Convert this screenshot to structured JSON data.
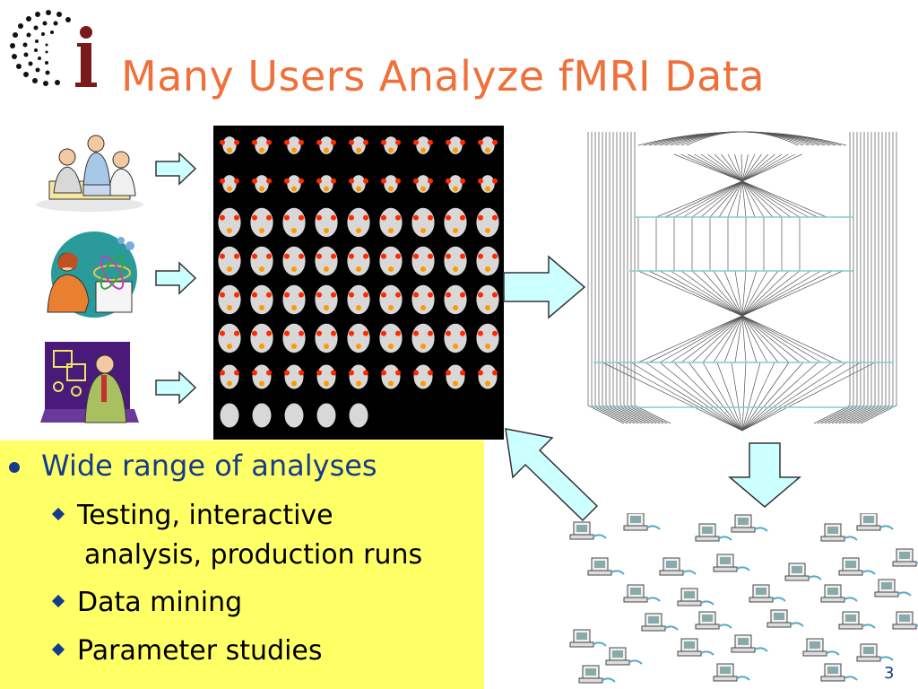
{
  "title": "Many Users Analyze fMRI Data",
  "bullets": {
    "main": "Wide range of analyses",
    "sub": [
      {
        "line1": "Testing, interactive",
        "line2": "analysis, production runs"
      },
      {
        "line1": "Data mining",
        "line2": ""
      },
      {
        "line1": "Parameter studies",
        "line2": ""
      }
    ]
  },
  "page_number": "3",
  "colors": {
    "title": "#f0703a",
    "bullet_text": "#143c8c",
    "highlight_box": "#ffff66",
    "arrow_fill": "#ccffff"
  },
  "icons": [
    "logo-ci-icon",
    "user-group-icon",
    "user-atom-icon",
    "user-presenter-icon",
    "arrow-right-icon",
    "arrow-down-icon",
    "arrow-up-left-icon"
  ]
}
